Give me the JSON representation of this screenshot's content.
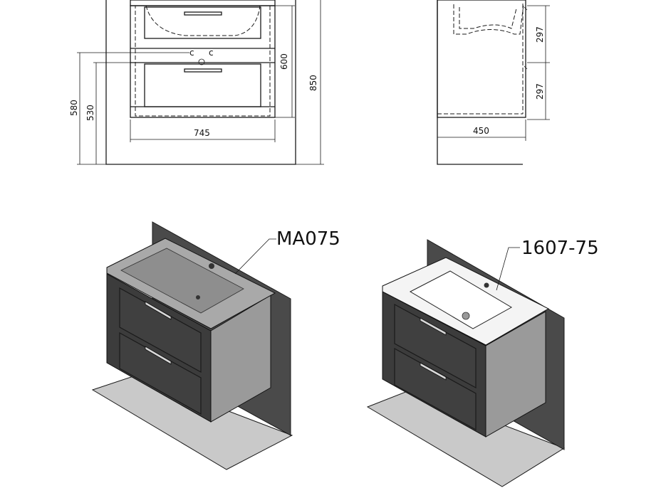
{
  "front_view": {
    "dimensions": {
      "width": "745",
      "height_cabinet": "600",
      "height_total": "850",
      "height_580": "580",
      "height_530": "530"
    }
  },
  "side_view": {
    "dimensions": {
      "depth": "450",
      "upper_297": "297",
      "lower_297": "297"
    }
  },
  "iso_views": {
    "left_label": "MA075",
    "right_label": "1607-75"
  },
  "colors": {
    "cabinet": "#3c3c3c",
    "wall": "#4a4a4a",
    "floor": "#c9c9c9",
    "basin_grey": "#a9a9a9",
    "basin_white": "#f4f4f4"
  }
}
